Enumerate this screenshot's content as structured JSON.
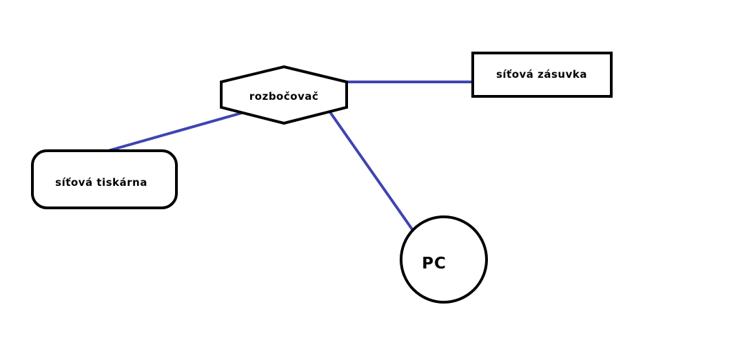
{
  "diagram": {
    "background_color": "#ffffff",
    "shape_stroke_color": "#000000",
    "shape_fill_color": "#ffffff",
    "edge_color": "#3e44b0",
    "nodes": {
      "hub": {
        "label": "rozbočovač",
        "shape": "hexagon"
      },
      "socket": {
        "label": "síťová zásuvka",
        "shape": "rectangle"
      },
      "printer": {
        "label": "síťová tiskárna",
        "shape": "rounded-rectangle"
      },
      "pc": {
        "label": "PC",
        "shape": "circle"
      }
    },
    "edges": [
      {
        "from": "hub",
        "to": "socket"
      },
      {
        "from": "hub",
        "to": "printer"
      },
      {
        "from": "hub",
        "to": "pc"
      }
    ]
  }
}
